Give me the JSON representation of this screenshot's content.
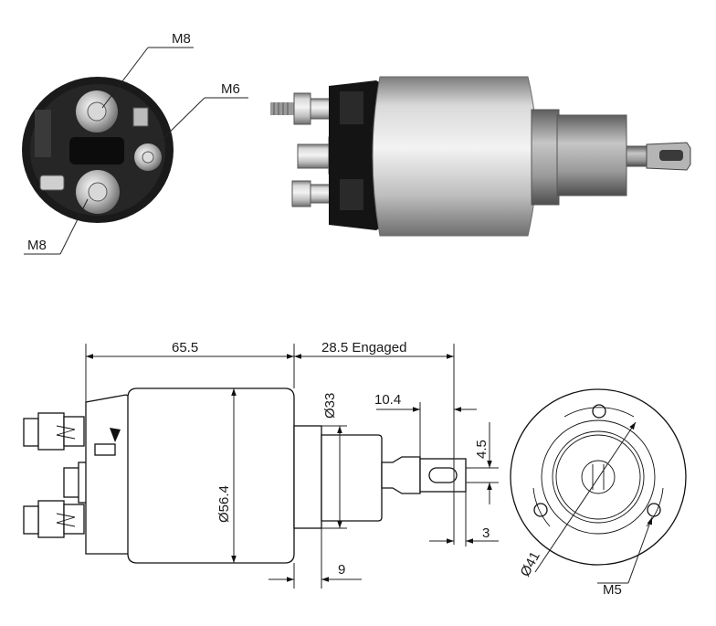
{
  "photo_labels": {
    "end_view_top": "M8",
    "end_view_side": "M6",
    "end_view_bottom": "M8"
  },
  "dimensions": {
    "overall_length": "65.5",
    "stroke": "28.5 Engaged",
    "body_diameter": "Ø56.4",
    "plunger_diameter": "Ø33",
    "tab_length": "10.4",
    "tab_width": "4.5",
    "tab_thickness": "3",
    "flange_offset": "9",
    "bolt_circle": "Ø41",
    "mount_thread": "M5"
  },
  "colors": {
    "line": "#111111",
    "housing_light": "#e6e6e6",
    "housing_dark": "#8a8a8a",
    "insulator": "#141414"
  }
}
